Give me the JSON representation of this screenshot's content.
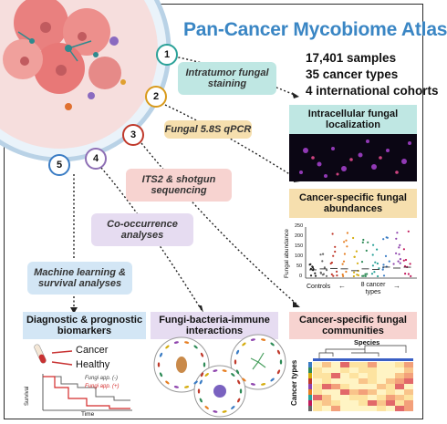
{
  "title": "Pan-Cancer Mycobiome Atlas",
  "stats": [
    "17,401 samples",
    "35 cancer types",
    "4 international cohorts"
  ],
  "steps": [
    {
      "number": "1",
      "label": "Intratumor fungal staining",
      "color": "#2aa198"
    },
    {
      "number": "2",
      "label": "Fungal 5.8S qPCR",
      "color": "#d99a1a"
    },
    {
      "number": "3",
      "label": "ITS2 & shotgun sequencing",
      "color": "#c0392b"
    },
    {
      "number": "4",
      "label": "Co-occurrence analyses",
      "color": "#8e6fb5"
    },
    {
      "number": "5",
      "label": "Machine learning & survival analyses",
      "color": "#3a7cc4"
    }
  ],
  "panels": {
    "localization": "Intracellular fungal localization",
    "abundances": "Cancer-specific fungal abundances",
    "biomarkers": "Diagnostic & prognostic biomarkers",
    "interactions": "Fungi-bacteria-immune interactions",
    "communities": "Cancer-specific fungal communities"
  },
  "abundance_plot": {
    "ylabel": "Fungal abundance",
    "yticks": [
      "250",
      "200",
      "150",
      "100",
      "50",
      "0"
    ],
    "controls_label": "Controls",
    "cancer_label": "8 cancer types"
  },
  "biomarker_legend": {
    "cancer": "Cancer",
    "healthy": "Healthy"
  },
  "survival_plot": {
    "ylabel": "Survival",
    "xlabel": "Time",
    "neg_label": "Fungi app. (-)",
    "pos_label": "Fungi app. (+)"
  },
  "heatmap": {
    "xlabel": "Species",
    "ylabel": "Cancer types"
  }
}
